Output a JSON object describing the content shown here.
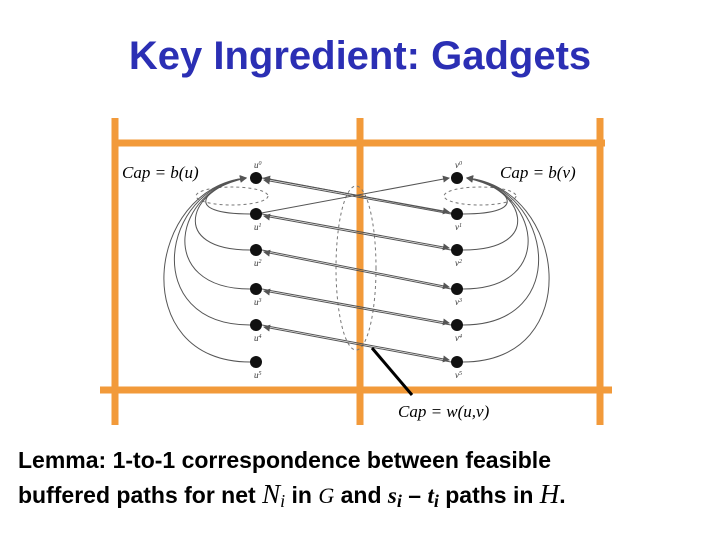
{
  "title": "Key Ingredient: Gadgets",
  "gadget": {
    "cap_left": "Cap = b(u)",
    "cap_right": "Cap = b(v)",
    "cap_bottom": "Cap = w(u,v)",
    "left_nodes": [
      "u0",
      "u1",
      "u2",
      "u3",
      "u4",
      "u5"
    ],
    "right_nodes": [
      "v0",
      "v1",
      "v2",
      "v3",
      "v4",
      "v5"
    ],
    "grid_color": "#f29a3a"
  },
  "lemma": {
    "line1": "Lemma: 1-to-1 correspondence between feasible",
    "p1": "buffered paths for net ",
    "N": "N",
    "N_sub": "i",
    "p2": " in ",
    "G": "G",
    "p3": " and ",
    "s": "s",
    "s_sub": "i",
    "dash": " – ",
    "t": "t",
    "t_sub": "i",
    "p4": " paths in ",
    "H": "H",
    "end": "."
  }
}
